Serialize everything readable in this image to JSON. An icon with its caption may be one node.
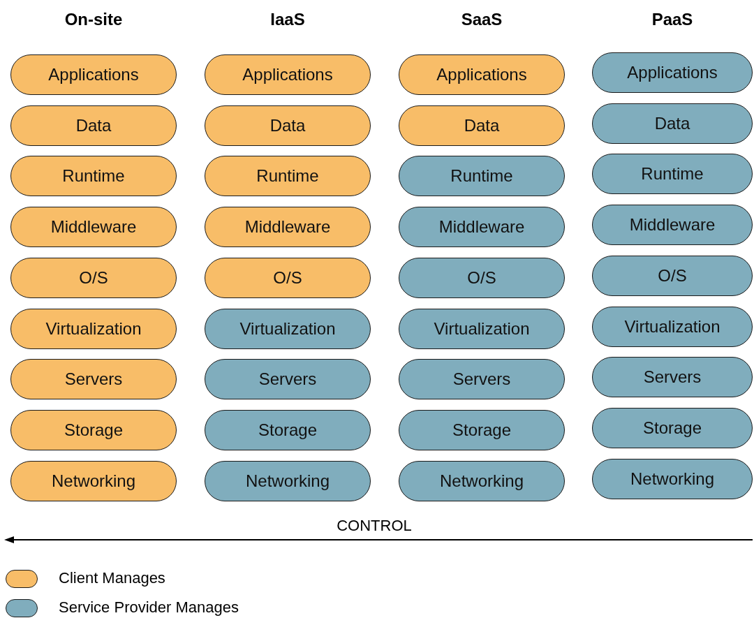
{
  "diagram": {
    "nodes": [
      {
        "text": [
          "Applications"
        ]
      },
      {
        "text": [
          "Data"
        ]
      },
      {
        "text": [
          "Runtime"
        ]
      },
      {
        "text": [
          "Middleware"
        ]
      },
      {
        "text": [
          "O/S"
        ]
      },
      {
        "text": [
          "Virtualization"
        ]
      },
      {
        "text": [
          "Servers"
        ]
      },
      {
        "text": [
          "Storage"
        ]
      },
      {
        "text": [
          "Networking"
        ]
      },
      {
        "text": [
          "Applications"
        ]
      },
      {
        "text": [
          "Data"
        ]
      },
      {
        "text": [
          "Runtime"
        ]
      },
      {
        "text": [
          "Middleware"
        ]
      },
      {
        "text": [
          "O/S"
        ]
      },
      {
        "text": [
          "Virtualization"
        ]
      },
      {
        "text": [
          "Servers"
        ]
      },
      {
        "text": [
          "Storage"
        ]
      },
      {
        "text": [
          "Networking"
        ]
      },
      {
        "text": [
          "Applications"
        ]
      },
      {
        "text": [
          "Data"
        ]
      },
      {
        "text": [
          "Runtime"
        ]
      },
      {
        "text": [
          "Middleware"
        ]
      },
      {
        "text": [
          "O/S"
        ]
      },
      {
        "text": [
          "Virtualization"
        ]
      },
      {
        "text": [
          "Servers"
        ]
      },
      {
        "text": [
          "Storage"
        ]
      },
      {
        "text": [
          "Networking"
        ]
      },
      {
        "text": [
          "Applications"
        ]
      },
      {
        "text": [
          "Data"
        ]
      },
      {
        "text": [
          "Runtime"
        ]
      },
      {
        "text": [
          "Middleware"
        ]
      },
      {
        "text": [
          "O/S"
        ]
      },
      {
        "text": [
          "Virtualization"
        ]
      },
      {
        "text": [
          "Servers"
        ]
      },
      {
        "text": [
          "Storage"
        ]
      },
      {
        "text": [
          "Networking"
        ]
      }
    ],
    "labels": [
      "On-site",
      "IaaS",
      "SaaS",
      "PaaS",
      "CONTROL"
    ],
    "legend": [
      {
        "text": "Client Manages",
        "color": "#f8bd68"
      },
      {
        "text": "Service Provider Manages",
        "color": "#80adbd"
      }
    ]
  }
}
